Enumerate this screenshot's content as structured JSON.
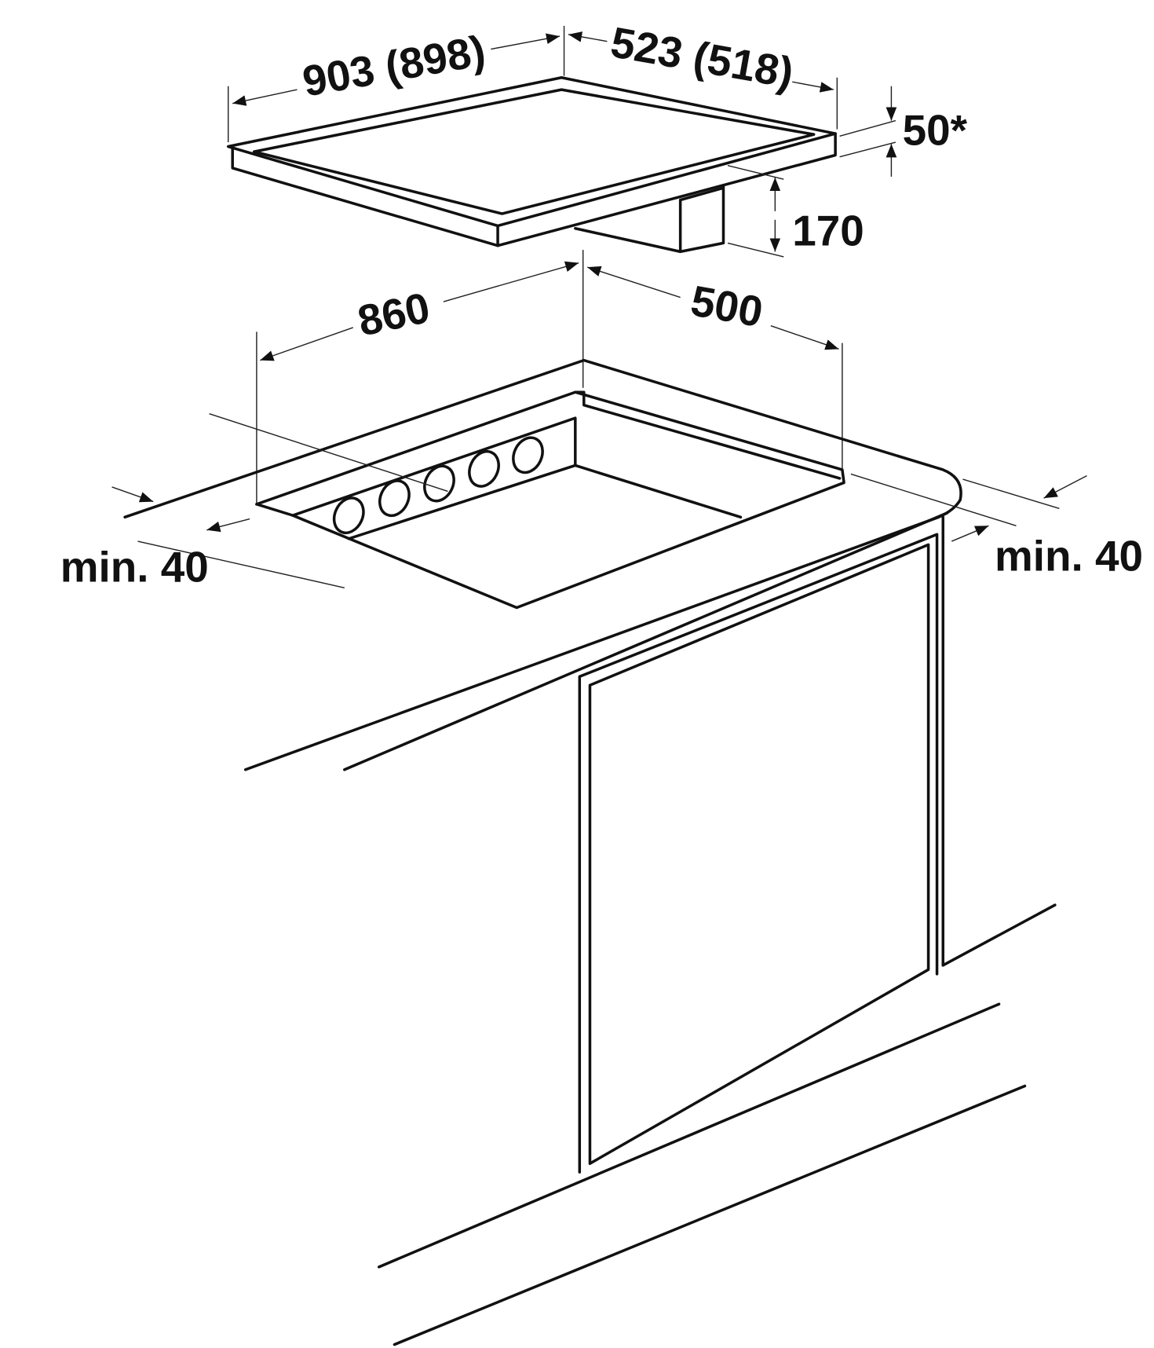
{
  "labels": {
    "hob_width": "903 (898)",
    "hob_depth": "523 (518)",
    "hob_thickness": "50*",
    "hob_underside_depth": "170",
    "cutout_width": "860",
    "cutout_depth": "500",
    "min_distance_left": "min. 40",
    "min_distance_right": "min. 40"
  },
  "colors": {
    "line": "#111111",
    "background": "#ffffff"
  }
}
